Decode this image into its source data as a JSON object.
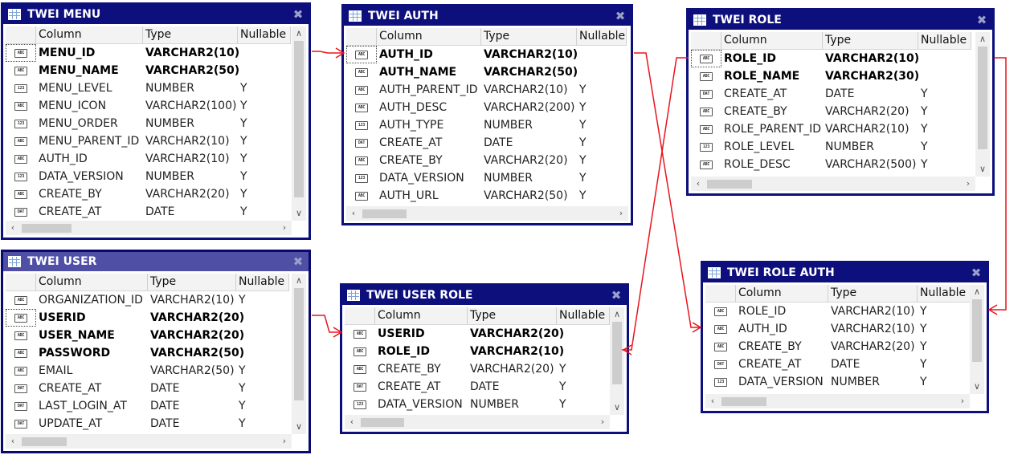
{
  "header_labels": {
    "column": "Column",
    "type": "Type",
    "nullable": "Nullable"
  },
  "colors": {
    "window_border": "#0d0f7d",
    "selected_title": "#4f4fa6",
    "connector": "#e8141c"
  },
  "tables": [
    {
      "id": "twei_menu",
      "title": "TWEI MENU",
      "columns": [
        {
          "name": "MENU_ID",
          "type": "VARCHAR2(10)",
          "nullable": "",
          "pk": true,
          "icon": "ABC"
        },
        {
          "name": "MENU_NAME",
          "type": "VARCHAR2(50)",
          "nullable": "",
          "pk": true,
          "icon": "ABC"
        },
        {
          "name": "MENU_LEVEL",
          "type": "NUMBER",
          "nullable": "Y",
          "pk": false,
          "icon": "123"
        },
        {
          "name": "MENU_ICON",
          "type": "VARCHAR2(100)",
          "nullable": "Y",
          "pk": false,
          "icon": "ABC"
        },
        {
          "name": "MENU_ORDER",
          "type": "NUMBER",
          "nullable": "Y",
          "pk": false,
          "icon": "123"
        },
        {
          "name": "MENU_PARENT_ID",
          "type": "VARCHAR2(10)",
          "nullable": "Y",
          "pk": false,
          "icon": "ABC"
        },
        {
          "name": "AUTH_ID",
          "type": "VARCHAR2(10)",
          "nullable": "Y",
          "pk": false,
          "icon": "ABC"
        },
        {
          "name": "DATA_VERSION",
          "type": "NUMBER",
          "nullable": "Y",
          "pk": false,
          "icon": "123"
        },
        {
          "name": "CREATE_BY",
          "type": "VARCHAR2(20)",
          "nullable": "Y",
          "pk": false,
          "icon": "ABC"
        },
        {
          "name": "CREATE_AT",
          "type": "DATE",
          "nullable": "Y",
          "pk": false,
          "icon": "DAT"
        }
      ]
    },
    {
      "id": "twei_auth",
      "title": "TWEI AUTH",
      "columns": [
        {
          "name": "AUTH_ID",
          "type": "VARCHAR2(10)",
          "nullable": "",
          "pk": true,
          "icon": "ABC"
        },
        {
          "name": "AUTH_NAME",
          "type": "VARCHAR2(50)",
          "nullable": "",
          "pk": true,
          "icon": "ABC"
        },
        {
          "name": "AUTH_PARENT_ID",
          "type": "VARCHAR2(10)",
          "nullable": "Y",
          "pk": false,
          "icon": "ABC"
        },
        {
          "name": "AUTH_DESC",
          "type": "VARCHAR2(200)",
          "nullable": "Y",
          "pk": false,
          "icon": "ABC"
        },
        {
          "name": "AUTH_TYPE",
          "type": "NUMBER",
          "nullable": "Y",
          "pk": false,
          "icon": "123"
        },
        {
          "name": "CREATE_AT",
          "type": "DATE",
          "nullable": "Y",
          "pk": false,
          "icon": "DAT"
        },
        {
          "name": "CREATE_BY",
          "type": "VARCHAR2(20)",
          "nullable": "Y",
          "pk": false,
          "icon": "ABC"
        },
        {
          "name": "DATA_VERSION",
          "type": "NUMBER",
          "nullable": "Y",
          "pk": false,
          "icon": "123"
        },
        {
          "name": "AUTH_URL",
          "type": "VARCHAR2(50)",
          "nullable": "Y",
          "pk": false,
          "icon": "ABC"
        }
      ]
    },
    {
      "id": "twei_role",
      "title": "TWEI ROLE",
      "columns": [
        {
          "name": "ROLE_ID",
          "type": "VARCHAR2(10)",
          "nullable": "",
          "pk": true,
          "icon": "ABC"
        },
        {
          "name": "ROLE_NAME",
          "type": "VARCHAR2(30)",
          "nullable": "",
          "pk": true,
          "icon": "ABC"
        },
        {
          "name": "CREATE_AT",
          "type": "DATE",
          "nullable": "Y",
          "pk": false,
          "icon": "DAT"
        },
        {
          "name": "CREATE_BY",
          "type": "VARCHAR2(20)",
          "nullable": "Y",
          "pk": false,
          "icon": "ABC"
        },
        {
          "name": "ROLE_PARENT_ID",
          "type": "VARCHAR2(10)",
          "nullable": "Y",
          "pk": false,
          "icon": "ABC"
        },
        {
          "name": "ROLE_LEVEL",
          "type": "NUMBER",
          "nullable": "Y",
          "pk": false,
          "icon": "123"
        },
        {
          "name": "ROLE_DESC",
          "type": "VARCHAR2(500)",
          "nullable": "Y",
          "pk": false,
          "icon": "ABC"
        }
      ]
    },
    {
      "id": "twei_user",
      "title": "TWEI USER",
      "columns": [
        {
          "name": "ORGANIZATION_ID",
          "type": "VARCHAR2(10)",
          "nullable": "Y",
          "pk": false,
          "icon": "ABC"
        },
        {
          "name": "USERID",
          "type": "VARCHAR2(20)",
          "nullable": "",
          "pk": true,
          "icon": "ABC"
        },
        {
          "name": "USER_NAME",
          "type": "VARCHAR2(20)",
          "nullable": "",
          "pk": true,
          "icon": "ABC"
        },
        {
          "name": "PASSWORD",
          "type": "VARCHAR2(50)",
          "nullable": "",
          "pk": true,
          "icon": "ABC"
        },
        {
          "name": "EMAIL",
          "type": "VARCHAR2(50)",
          "nullable": "Y",
          "pk": false,
          "icon": "ABC"
        },
        {
          "name": "CREATE_AT",
          "type": "DATE",
          "nullable": "Y",
          "pk": false,
          "icon": "DAT"
        },
        {
          "name": "LAST_LOGIN_AT",
          "type": "DATE",
          "nullable": "Y",
          "pk": false,
          "icon": "DAT"
        },
        {
          "name": "UPDATE_AT",
          "type": "DATE",
          "nullable": "Y",
          "pk": false,
          "icon": "DAT"
        }
      ]
    },
    {
      "id": "twei_user_role",
      "title": "TWEI USER ROLE",
      "columns": [
        {
          "name": "USERID",
          "type": "VARCHAR2(20)",
          "nullable": "",
          "pk": true,
          "icon": "ABC"
        },
        {
          "name": "ROLE_ID",
          "type": "VARCHAR2(10)",
          "nullable": "",
          "pk": true,
          "icon": "ABC"
        },
        {
          "name": "CREATE_BY",
          "type": "VARCHAR2(20)",
          "nullable": "Y",
          "pk": false,
          "icon": "ABC"
        },
        {
          "name": "CREATE_AT",
          "type": "DATE",
          "nullable": "Y",
          "pk": false,
          "icon": "DAT"
        },
        {
          "name": "DATA_VERSION",
          "type": "NUMBER",
          "nullable": "Y",
          "pk": false,
          "icon": "123"
        }
      ]
    },
    {
      "id": "twei_role_auth",
      "title": "TWEI ROLE AUTH",
      "columns": [
        {
          "name": "ROLE_ID",
          "type": "VARCHAR2(10)",
          "nullable": "Y",
          "pk": false,
          "icon": "ABC"
        },
        {
          "name": "AUTH_ID",
          "type": "VARCHAR2(10)",
          "nullable": "Y",
          "pk": false,
          "icon": "ABC"
        },
        {
          "name": "CREATE_BY",
          "type": "VARCHAR2(20)",
          "nullable": "Y",
          "pk": false,
          "icon": "ABC"
        },
        {
          "name": "CREATE_AT",
          "type": "DATE",
          "nullable": "Y",
          "pk": false,
          "icon": "DAT"
        },
        {
          "name": "DATA_VERSION",
          "type": "NUMBER",
          "nullable": "Y",
          "pk": false,
          "icon": "123"
        }
      ]
    }
  ]
}
